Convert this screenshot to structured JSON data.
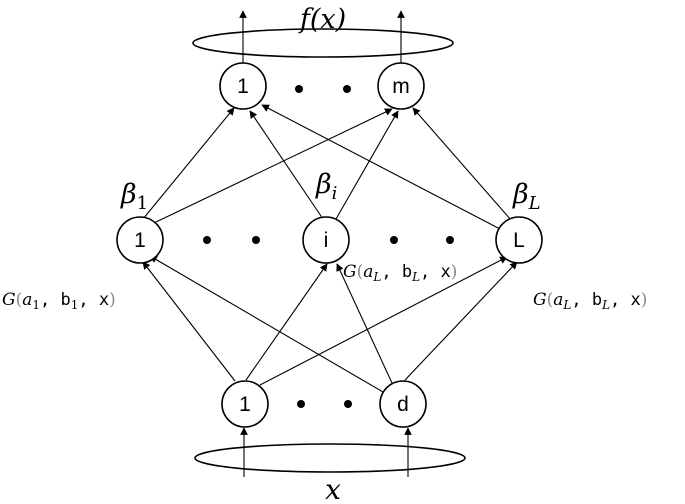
{
  "output_label": "f(x)",
  "input_label": "x",
  "output_nodes": {
    "first": "1",
    "last": "m"
  },
  "hidden_nodes": {
    "first": "1",
    "middle": "i",
    "last": "L"
  },
  "input_nodes": {
    "first": "1",
    "last": "d"
  },
  "weights": {
    "first": {
      "base": "β",
      "sub": "1"
    },
    "middle": {
      "base": "β",
      "sub": "i"
    },
    "last": {
      "base": "β",
      "sub": "L"
    }
  },
  "activations": {
    "first": {
      "fn": "G",
      "a_base": "a",
      "a_sub": "1",
      "b_base": "b",
      "b_sub": "1",
      "x": "x"
    },
    "middle": {
      "fn": "G",
      "a_base": "a",
      "a_sub": "L",
      "b_base": "b",
      "b_sub": "L",
      "x": "x"
    },
    "last": {
      "fn": "G",
      "a_base": "a",
      "a_sub": "L",
      "b_base": "b",
      "b_sub": "L",
      "x": "x"
    }
  }
}
